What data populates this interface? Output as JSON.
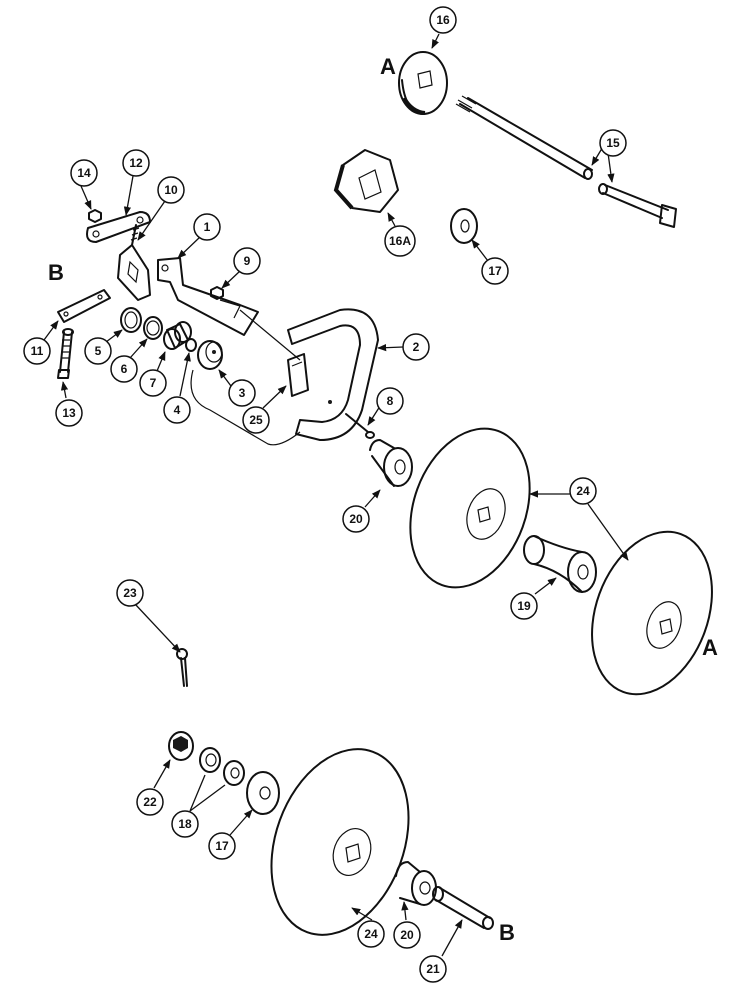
{
  "callouts": {
    "c1": "1",
    "c2": "2",
    "c3": "3",
    "c4": "4",
    "c5": "5",
    "c6": "6",
    "c7": "7",
    "c8": "8",
    "c9": "9",
    "c10": "10",
    "c11": "11",
    "c12": "12",
    "c13": "13",
    "c14": "14",
    "c15": "15",
    "c16": "16",
    "c16a": "16A",
    "c17a": "17",
    "c17b": "17",
    "c18": "18",
    "c19": "19",
    "c20a": "20",
    "c20b": "20",
    "c21": "21",
    "c22": "22",
    "c23": "23",
    "c24a": "24",
    "c24b": "24",
    "c25": "25"
  },
  "reference_letters": {
    "a_top": "A",
    "a_right": "A",
    "b_left": "B",
    "b_bottom": "B"
  }
}
